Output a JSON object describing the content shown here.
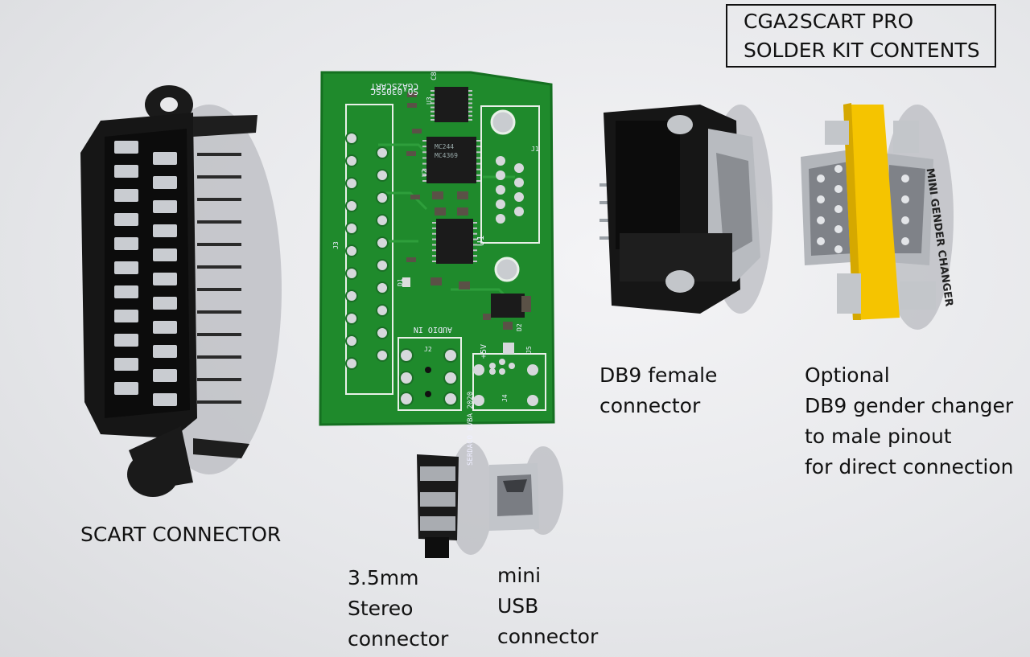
{
  "title": {
    "line1": "CGA2SCART PRO",
    "line2": "SOLDER KIT CONTENTS"
  },
  "labels": {
    "scart": "SCART CONNECTOR",
    "db9_line1": "DB9 female",
    "db9_line2": "connector",
    "gender_line1": "Optional",
    "gender_line2": "DB9 gender changer",
    "gender_line3": "to male pinout",
    "gender_line4": "for direct connection",
    "audio_line1": "3.5mm",
    "audio_line2": "Stereo",
    "audio_line3": "connector",
    "usb_line1": "mini",
    "usb_line2": "USB",
    "usb_line3": "connector"
  },
  "pcb": {
    "board_name": "CGA2SCART",
    "board_code": "SO-0305SC",
    "audio_in": "AUDIO IN",
    "maker": "SERDACO BVBA 2020",
    "power": "+5V",
    "chip1": "MC244",
    "chip2": "MC4369",
    "ref_j1": "J1",
    "ref_j2": "J2",
    "ref_j3": "J3",
    "ref_j4": "J4",
    "ref_j5": "J5",
    "ref_u1": "U1",
    "ref_u2": "U2",
    "ref_u3": "U3",
    "ref_c8": "C8",
    "ref_d1": "D1",
    "ref_d2": "D2"
  },
  "gender_changer_label": "MINI GENDER CHANGER",
  "colors": {
    "pcb_green": "#1f8a2c",
    "connector_black": "#151515",
    "yellow_band": "#f5c400",
    "metal": "#b9bcc2"
  }
}
